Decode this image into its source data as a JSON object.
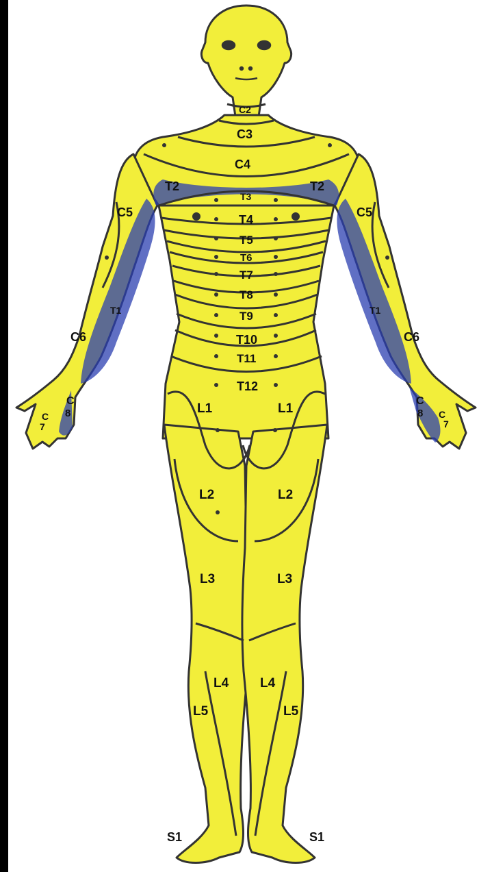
{
  "colors": {
    "background": "#000000",
    "panel": "#ffffff",
    "skin": "#f2ee3a",
    "outline": "#333333",
    "blue_region": "#2b3fb0",
    "dot": "#333333"
  },
  "dermatomes": [
    {
      "id": "c2",
      "text": "C2"
    },
    {
      "id": "c3",
      "text": "C3"
    },
    {
      "id": "c4",
      "text": "C4"
    },
    {
      "id": "t2",
      "text": "T2"
    },
    {
      "id": "t3",
      "text": "T3"
    },
    {
      "id": "t4",
      "text": "T4"
    },
    {
      "id": "t5",
      "text": "T5"
    },
    {
      "id": "t6",
      "text": "T6"
    },
    {
      "id": "t7",
      "text": "T7"
    },
    {
      "id": "t8",
      "text": "T8"
    },
    {
      "id": "t9",
      "text": "T9"
    },
    {
      "id": "t10",
      "text": "T10"
    },
    {
      "id": "t11",
      "text": "T11"
    },
    {
      "id": "t12",
      "text": "T12"
    },
    {
      "id": "c5",
      "text": "C5"
    },
    {
      "id": "t1",
      "text": "T1"
    },
    {
      "id": "c6",
      "text": "C6"
    },
    {
      "id": "c7",
      "text": "C"
    },
    {
      "id": "c7b",
      "text": "7"
    },
    {
      "id": "c8",
      "text": "C"
    },
    {
      "id": "c8b",
      "text": "8"
    },
    {
      "id": "l1",
      "text": "L1"
    },
    {
      "id": "l2",
      "text": "L2"
    },
    {
      "id": "l3",
      "text": "L3"
    },
    {
      "id": "l4",
      "text": "L4"
    },
    {
      "id": "l5",
      "text": "L5"
    },
    {
      "id": "s1",
      "text": "S1"
    }
  ]
}
